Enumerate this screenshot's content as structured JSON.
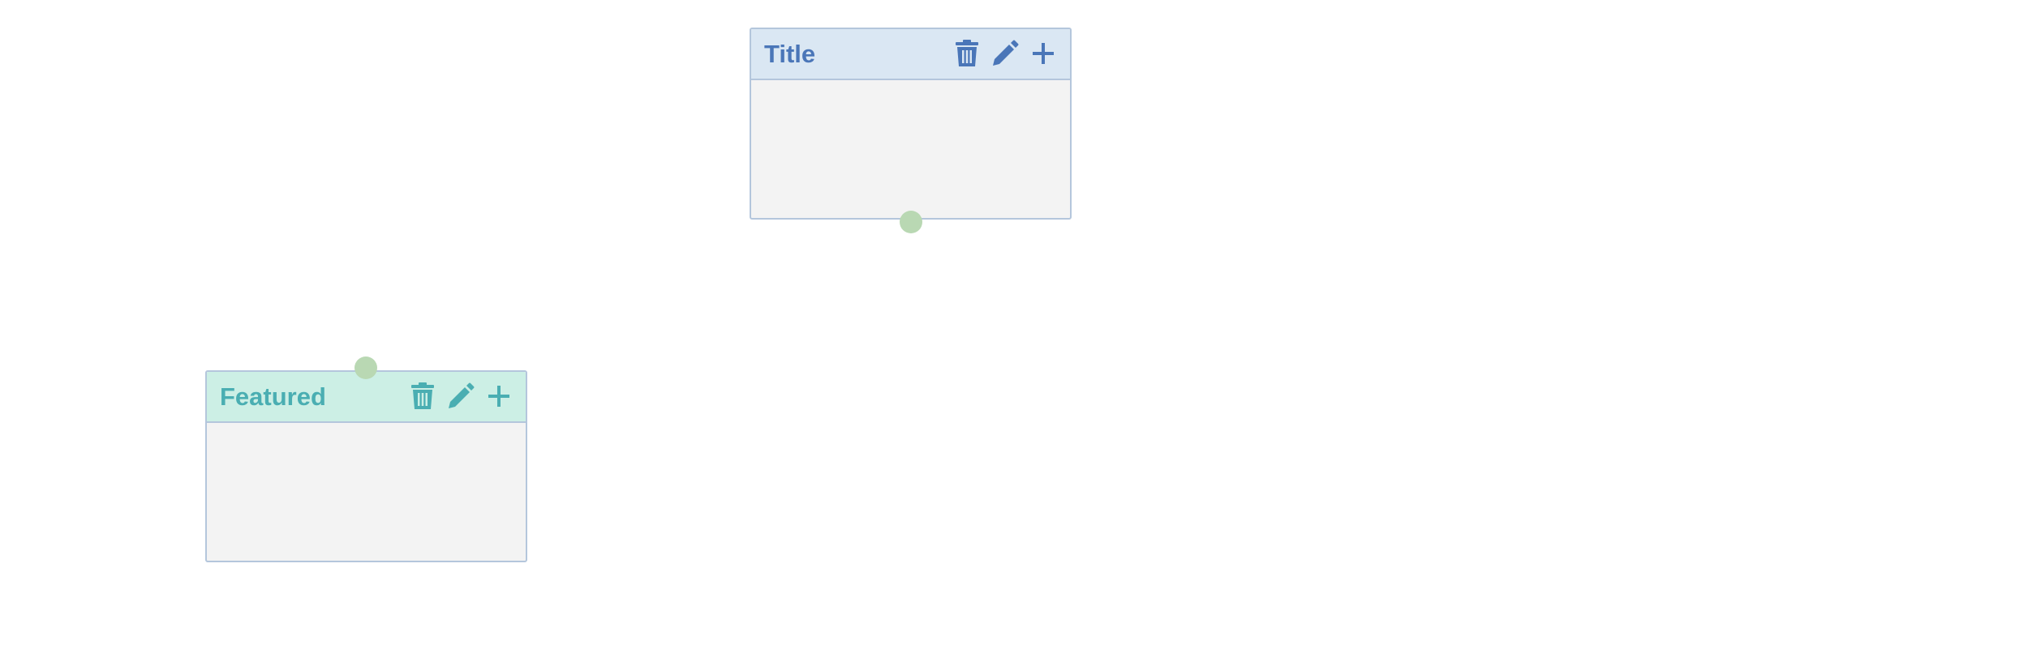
{
  "nodes": [
    {
      "id": "title",
      "label": "Title",
      "header_color": "#dae7f3",
      "accent_color": "#4a76b8",
      "actions": [
        "trash-icon",
        "pencil-icon",
        "plus-icon"
      ]
    },
    {
      "id": "featured",
      "label": "Featured",
      "header_color": "#ccefe5",
      "accent_color": "#4aaeb2",
      "actions": [
        "trash-icon",
        "pencil-icon",
        "plus-icon"
      ]
    }
  ],
  "connector_color": "#b9d8b3",
  "border_color": "#b4c6dc",
  "body_color": "#f3f3f3"
}
